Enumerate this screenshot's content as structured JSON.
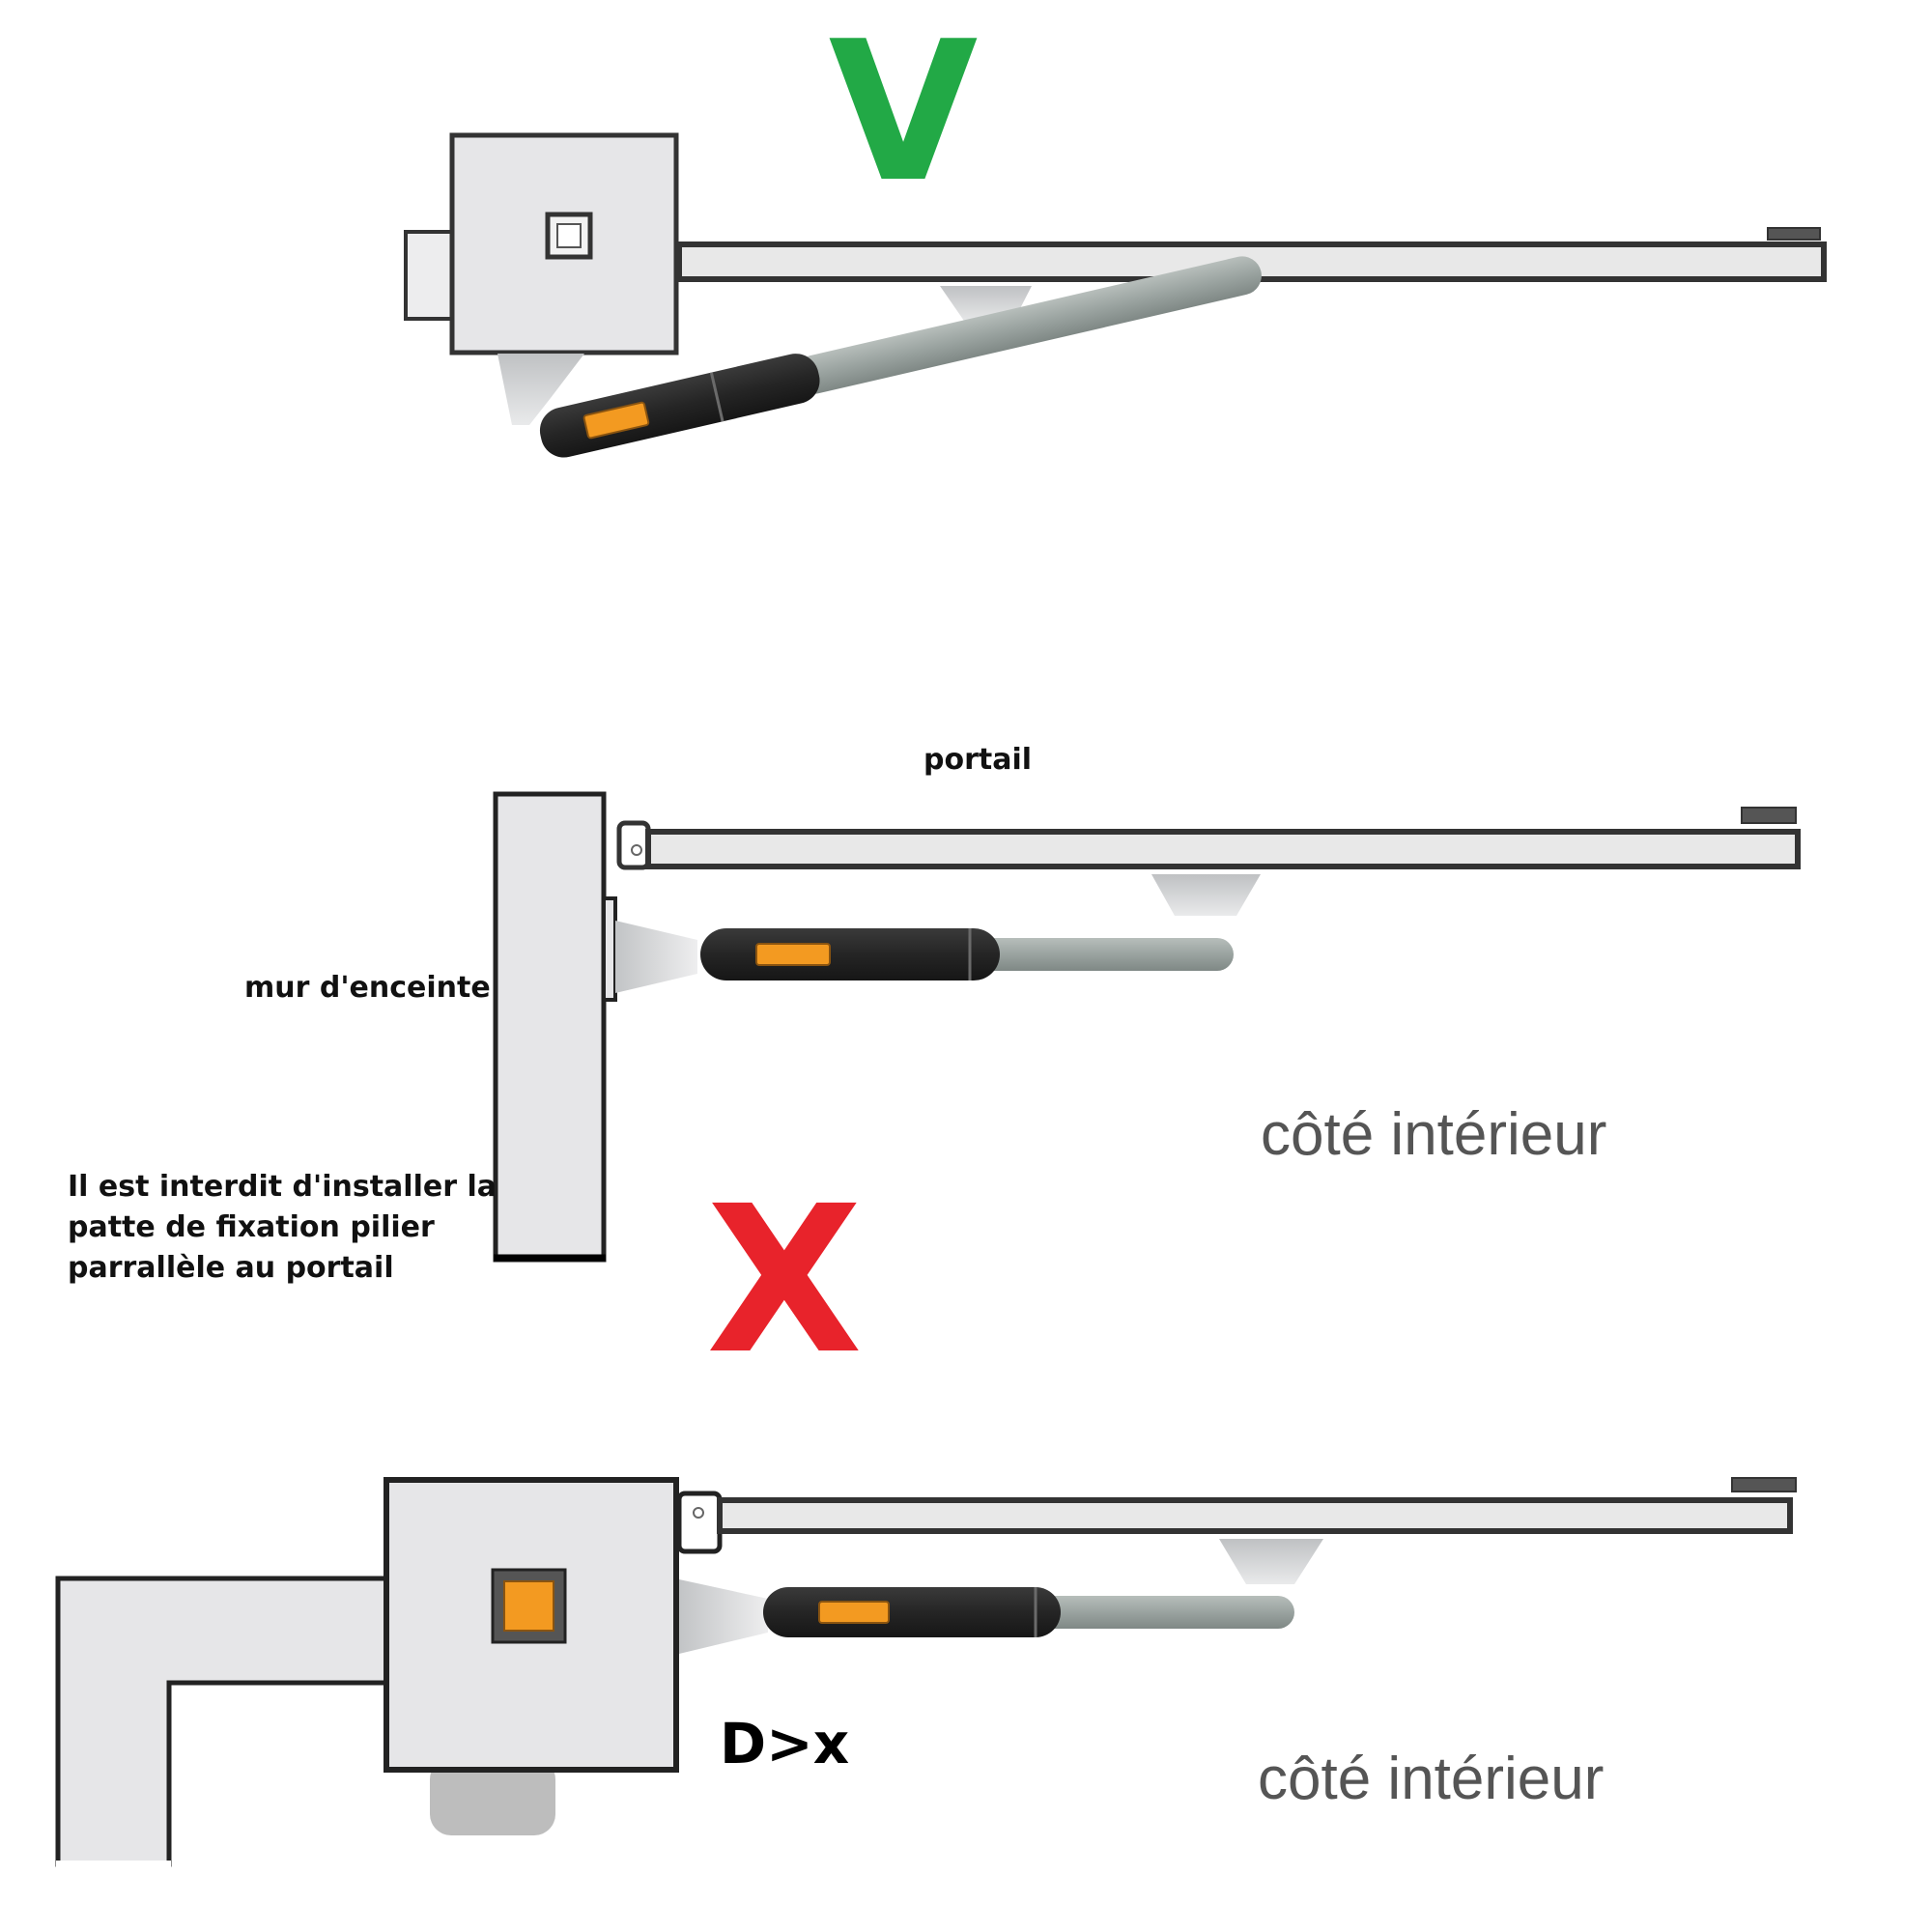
{
  "marks": {
    "correct": "V",
    "forbidden": "X"
  },
  "labels": {
    "gate": "portail",
    "wall": "mur d'enceinte",
    "warning_lines": [
      "Il est interdit d'installer la",
      "patte de fixation pilier",
      "parrallèle au portail"
    ],
    "inside_side_1": "côté intérieur",
    "inside_side_2": "côté intérieur",
    "distance": "D>x"
  },
  "colors": {
    "correct": "#22a946",
    "forbidden": "#e8232b",
    "motor_badge": "#f39a21",
    "motor_body": "#2b2b2b",
    "piston": "#9aa3a0",
    "pillar": "#e6e6e8",
    "outline": "#2a2a2a"
  },
  "icons": {
    "correct": "check-v-icon",
    "forbidden": "cross-x-icon"
  }
}
